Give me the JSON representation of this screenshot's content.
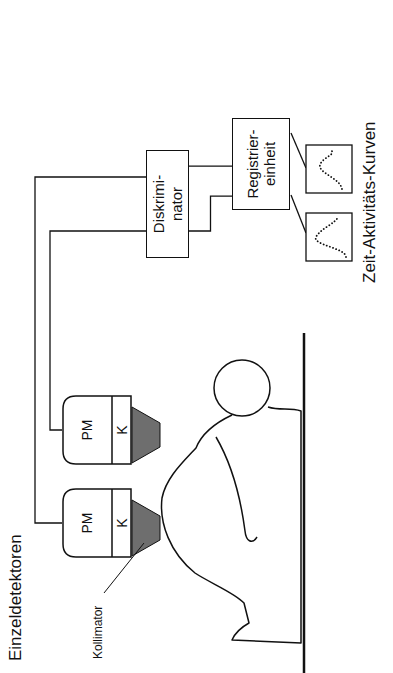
{
  "diagram": {
    "nodes": [
      {
        "text": [
          "PM",
          "K"
        ]
      },
      {
        "text": [
          "PM",
          "K"
        ]
      },
      {
        "text": [
          "Diskrimi- nator"
        ]
      },
      {
        "text": [
          "Registrier- einheit"
        ]
      }
    ],
    "edges": [
      {
        "from": 0,
        "to": 2,
        "arrow": "none"
      },
      {
        "from": 1,
        "to": 2,
        "arrow": "none"
      },
      {
        "from": 2,
        "to": 3,
        "arrow": "none"
      },
      {
        "from": 2,
        "to": 3,
        "arrow": "none"
      }
    ],
    "labels": [
      "Einzeldetektoren",
      "Kollimator",
      "Zeit-Aktivitäts-Kurven"
    ]
  }
}
